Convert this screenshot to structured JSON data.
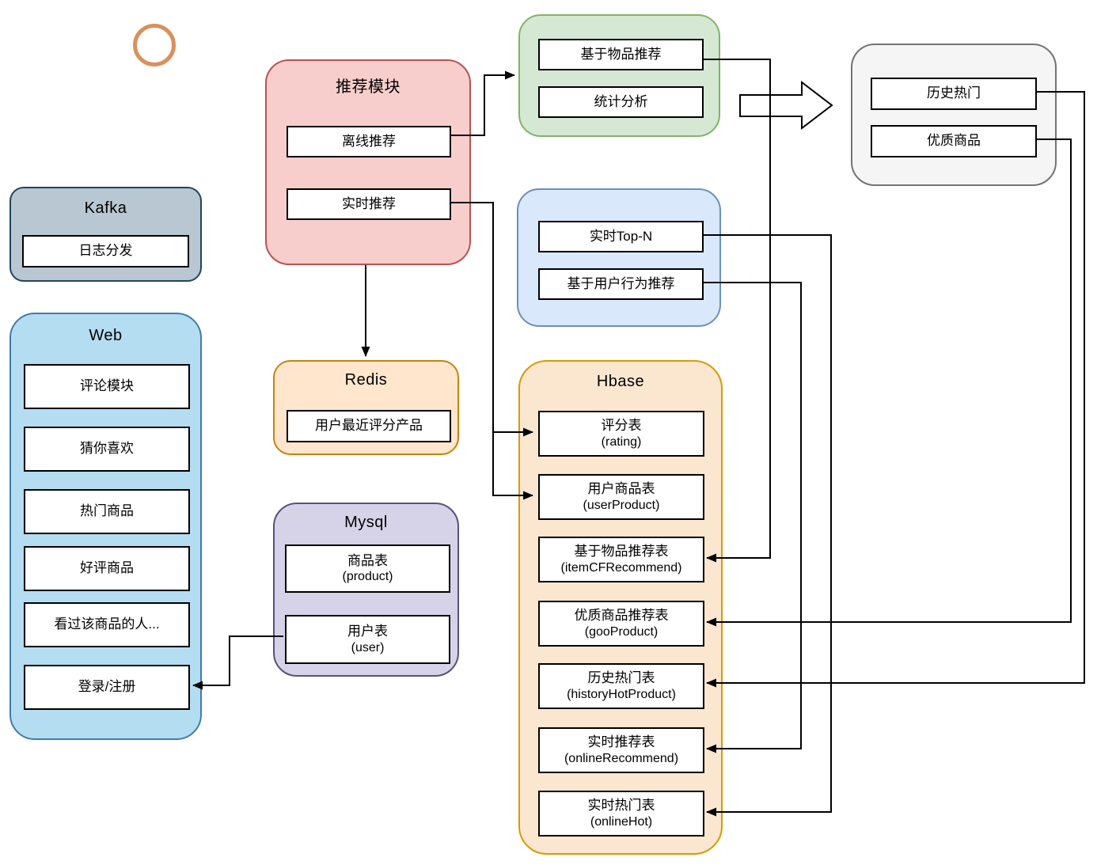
{
  "diagram_title": "recommendation-system-architecture",
  "nodes": {
    "kafka": {
      "title": "Kafka",
      "items": [
        "日志分发"
      ]
    },
    "web": {
      "title": "Web",
      "items": [
        "评论模块",
        "猜你喜欢",
        "热门商品",
        "好评商品",
        "看过该商品的人...",
        "登录/注册"
      ]
    },
    "recommend": {
      "title": "推荐模块",
      "items": [
        "离线推荐",
        "实时推荐"
      ]
    },
    "offline_out": {
      "items": [
        "基于物品推荐",
        "统计分析"
      ]
    },
    "history": {
      "items": [
        "历史热门",
        "优质商品"
      ]
    },
    "realtime_out": {
      "items": [
        "实时Top-N",
        "基于用户行为推荐"
      ]
    },
    "redis": {
      "title": "Redis",
      "items": [
        "用户最近评分产品"
      ]
    },
    "mysql": {
      "title": "Mysql",
      "items": [
        {
          "label": "商品表",
          "sub": "(product)"
        },
        {
          "label": "用户表",
          "sub": "(user)"
        }
      ]
    },
    "hbase": {
      "title": "Hbase",
      "items": [
        {
          "label": "评分表",
          "sub": "(rating)"
        },
        {
          "label": "用户商品表",
          "sub": "(userProduct)"
        },
        {
          "label": "基于物品推荐表",
          "sub": "(itemCFRecommend)"
        },
        {
          "label": "优质商品推荐表",
          "sub": "(gooProduct)"
        },
        {
          "label": "历史热门表",
          "sub": "(historyHotProduct)"
        },
        {
          "label": "实时推荐表",
          "sub": "(onlineRecommend)"
        },
        {
          "label": "实时热门表",
          "sub": "(onlineHot)"
        }
      ]
    }
  },
  "edges": [
    {
      "from": "offline-recommend",
      "to": "offline-output-group",
      "style": "arrow"
    },
    {
      "from": "realtime-recommend",
      "to": "rating-table",
      "style": "arrow"
    },
    {
      "from": "realtime-recommend",
      "to": "user-product-table",
      "style": "arrow"
    },
    {
      "from": "recommend-module",
      "to": "redis-group",
      "style": "arrow"
    },
    {
      "from": "item-based-recommend",
      "to": "itemcf-recommend-table",
      "style": "arrow"
    },
    {
      "from": "realtime-topn",
      "to": "online-hot-table",
      "style": "arrow"
    },
    {
      "from": "user-behavior-recommend",
      "to": "online-recommend-table",
      "style": "arrow"
    },
    {
      "from": "history-hot",
      "to": "history-hot-table",
      "style": "arrow"
    },
    {
      "from": "quality-product",
      "to": "goo-product-table",
      "style": "arrow"
    },
    {
      "from": "mysql-user-table",
      "to": "web-login",
      "style": "arrow"
    },
    {
      "from": "offline-output-group",
      "to": "history-group",
      "style": "block-arrow"
    }
  ],
  "colors": {
    "kafka_fill": "#b9c7d2",
    "kafka_border": "#23445c",
    "web_fill": "#b5ddf2",
    "web_border": "#3f7cab",
    "recommend_fill": "#f8cecc",
    "recommend_border": "#b85450",
    "offline_output_fill": "#d5e8d4",
    "offline_output_border": "#82b366",
    "history_fill": "#f5f5f5",
    "history_border": "#737373",
    "realtime_output_fill": "#dae8fc",
    "realtime_output_border": "#6c8ebf",
    "redis_fill": "#ffe6cc",
    "redis_border": "#c9820e",
    "mysql_fill": "#d6d3e8",
    "mysql_border": "#56517e",
    "hbase_fill": "#fbe7d0",
    "hbase_border": "#d79b00",
    "node_fill": "#ffffff",
    "node_border": "#000000",
    "wire": "#000000",
    "circle_marker": "#d9915c"
  }
}
